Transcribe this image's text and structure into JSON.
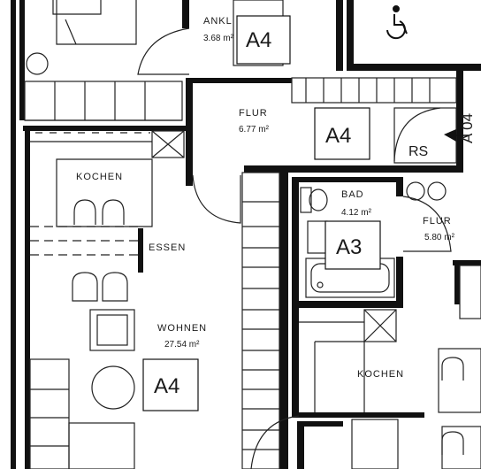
{
  "rooms": {
    "ankl_label": "ANKL",
    "ankl_area": "3.68 m²",
    "flur_top_label": "FLUR",
    "flur_top_area": "6.77 m²",
    "kochen_left_label": "KOCHEN",
    "essen_label": "ESSEN",
    "wohnen_label": "WOHNEN",
    "wohnen_area": "27.54 m²",
    "bad_label": "BAD",
    "bad_area": "4.12 m²",
    "flur_right_label": "FLUR",
    "flur_right_area": "5.80 m²",
    "kochen_right_label": "KOCHEN"
  },
  "units": {
    "a4_top": "A4",
    "a4_flur": "A4",
    "a3": "A3",
    "a4_wohnen": "A4"
  },
  "markers": {
    "rs_label": "RS",
    "unit_ref_label": "A 04"
  },
  "icons": {
    "wheelchair": "wheelchair-icon",
    "north_arrow": "triangle-marker-icon"
  }
}
